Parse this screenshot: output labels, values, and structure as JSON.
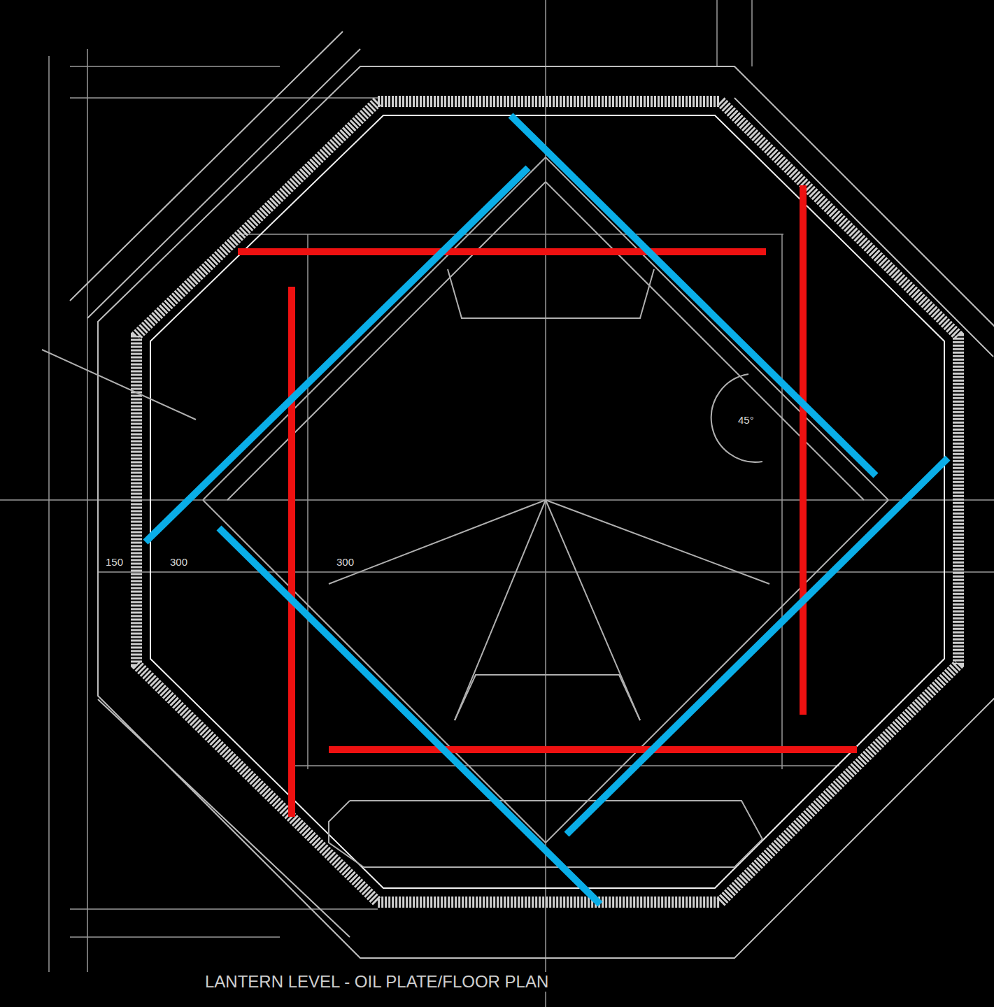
{
  "diagram": {
    "caption": "LANTERN LEVEL - OIL PLATE/FLOOR PLAN",
    "labels": [
      "150",
      "300",
      "300",
      "45°"
    ]
  }
}
